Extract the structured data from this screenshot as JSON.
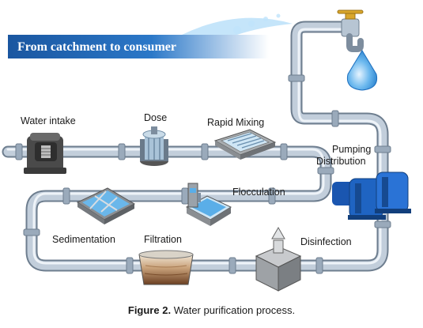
{
  "banner": {
    "title": "From catchment to consumer"
  },
  "stages": {
    "water_intake": "Water intake",
    "dose": "Dose",
    "rapid_mixing": "Rapid Mixing",
    "pumping": "Pumping",
    "distribution": "Distribution",
    "flocculation": "Flocculation",
    "sedimentation": "Sedimentation",
    "filtration": "Filtration",
    "disinfection": "Disinfection"
  },
  "caption": {
    "label": "Figure 2.",
    "text": "Water purification process."
  },
  "colors": {
    "banner": "#1f5fa8",
    "pipe": "#a9b8c8",
    "pipe_highlight": "#e9eff6",
    "water": "#5aaee8",
    "pump": "#1f64c2",
    "tap": "#d9a62b"
  }
}
